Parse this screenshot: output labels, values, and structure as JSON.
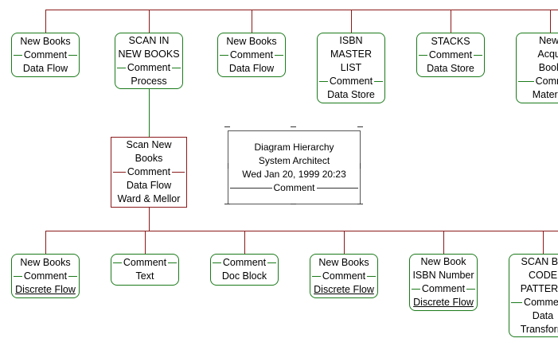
{
  "colors": {
    "connector": "#8b1a1a",
    "node_border": "#1a7a1a",
    "root_border": "#8b1a1a"
  },
  "top_nodes": [
    {
      "name": "New Books",
      "comment": "Comment",
      "type": "Data Flow"
    },
    {
      "name": "SCAN IN NEW BOOKS",
      "name_lines": [
        "SCAN IN",
        "NEW BOOKS"
      ],
      "comment": "Comment",
      "type": "Process"
    },
    {
      "name": "New Books",
      "comment": "Comment",
      "type": "Data Flow"
    },
    {
      "name": "ISBN MASTER LIST",
      "name_lines": [
        "ISBN",
        "MASTER",
        "LIST"
      ],
      "comment": "Comment",
      "type": "Data Store"
    },
    {
      "name": "STACKS",
      "comment": "Comment",
      "type": "Data Store"
    },
    {
      "name": "Newl Acqui Book",
      "name_lines": [
        "Newl",
        "Acqui",
        "Book"
      ],
      "comment": "Comm",
      "type": "Material"
    }
  ],
  "root_node": {
    "name_lines": [
      "Scan New",
      "Books"
    ],
    "comment": "Comment",
    "type": "Data Flow",
    "author": "Ward & Mellor"
  },
  "hierarchy_box": {
    "title": "Diagram Hierarchy",
    "subtitle": "System Architect",
    "date": "Wed Jan 20, 1999  20:23",
    "comment": "Comment"
  },
  "bottom_nodes": [
    {
      "name": "New Books",
      "comment": "Comment",
      "type": "Discrete Flow"
    },
    {
      "comment": "Comment",
      "type": "Text"
    },
    {
      "comment": "Comment",
      "type": "Doc Block"
    },
    {
      "name": "New Books",
      "comment": "Comment",
      "type": "Discrete Flow"
    },
    {
      "name_lines": [
        "New Book",
        "ISBN Number"
      ],
      "comment": "Comment",
      "type": "Discrete Flow"
    },
    {
      "name_lines": [
        "SCAN BA",
        "CODE",
        "PATTERN"
      ],
      "comment": "Commer",
      "type_lines": [
        "Data",
        "Transform"
      ]
    }
  ]
}
